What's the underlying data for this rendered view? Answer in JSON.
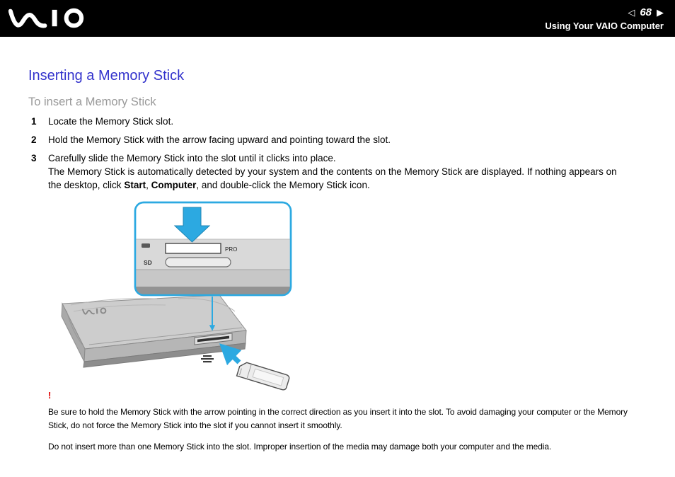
{
  "header": {
    "logo_text": "VAIO",
    "prev_icon": "◁",
    "next_icon": "▶",
    "page_number": "68",
    "title": "Using Your VAIO Computer"
  },
  "content": {
    "heading": "Inserting a Memory Stick",
    "subheading": "To insert a Memory Stick",
    "steps": [
      {
        "num": "1",
        "text": "Locate the Memory Stick slot."
      },
      {
        "num": "2",
        "text": "Hold the Memory Stick with the arrow facing upward and pointing toward the slot."
      },
      {
        "num": "3",
        "text": "Carefully slide the Memory Stick into the slot until it clicks into place."
      }
    ],
    "step3_note": {
      "part1": "The Memory Stick is automatically detected by your system and the contents on the Memory Stick are displayed. If nothing appears on the desktop, click ",
      "bold1": "Start",
      "part2": ", ",
      "bold2": "Computer",
      "part3": ", and double-click the Memory Stick icon."
    }
  },
  "illustration": {
    "pro_label": "PRO",
    "sd_label": "SD"
  },
  "caution": {
    "icon": "!",
    "paragraphs": [
      "Be sure to hold the Memory Stick with the arrow pointing in the correct direction as you insert it into the slot. To avoid damaging your computer or the Memory Stick, do not force the Memory Stick into the slot if you cannot insert it smoothly.",
      "Do not insert more than one Memory Stick into the slot. Improper insertion of the media may damage both your computer and the media."
    ]
  }
}
